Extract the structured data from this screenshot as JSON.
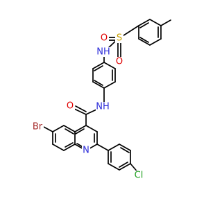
{
  "molecule": {
    "atom_labels": {
      "sulfonyl_o_left": "O",
      "sulfur": "S",
      "sulfonyl_o_bottom": "O",
      "sulfonamide_nh": "NH",
      "amide_nh": "NH",
      "carbonyl_o": "O",
      "bromine": "Br",
      "quinoline_n": "N",
      "chlorine": "Cl"
    },
    "colors": {
      "bond": "#000000",
      "carbon": "#000000",
      "nitrogen": "#2b2bd9",
      "oxygen": "#e00000",
      "sulfur": "#c8a000",
      "bromine": "#a52a2a",
      "chlorine": "#1fa01f"
    }
  }
}
